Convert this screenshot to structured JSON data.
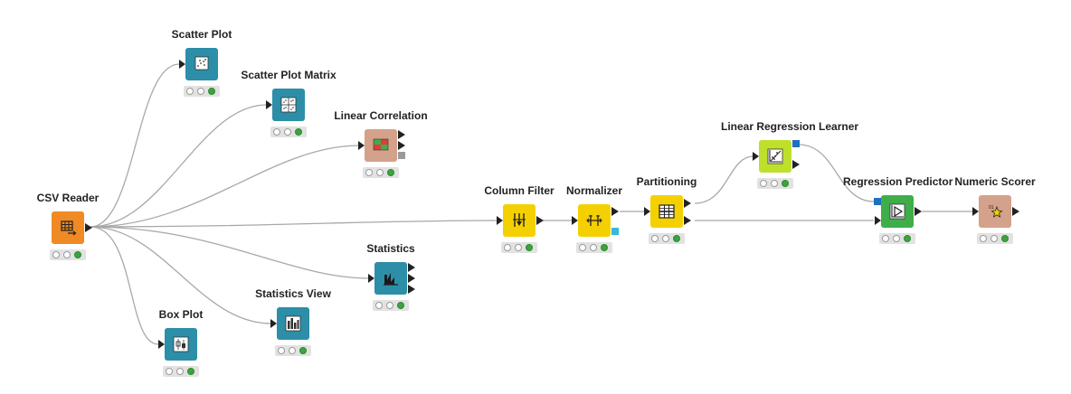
{
  "workflow": {
    "nodes": [
      {
        "id": "csv-reader",
        "label": "CSV Reader",
        "color": "#f08a24",
        "icon": "table-arrow-icon",
        "status": "executed"
      },
      {
        "id": "scatter-plot",
        "label": "Scatter Plot",
        "color": "#2d8ea8",
        "icon": "scatter-icon",
        "status": "executed"
      },
      {
        "id": "scatter-plot-matrix",
        "label": "Scatter Plot Matrix",
        "color": "#2d8ea8",
        "icon": "scatter-matrix-icon",
        "status": "executed"
      },
      {
        "id": "linear-correlation",
        "label": "Linear Correlation",
        "color": "#d4a18a",
        "icon": "correlation-matrix-icon",
        "status": "executed"
      },
      {
        "id": "statistics",
        "label": "Statistics",
        "color": "#2d8ea8",
        "icon": "statistics-icon",
        "status": "executed"
      },
      {
        "id": "statistics-view",
        "label": "Statistics View",
        "color": "#2d8ea8",
        "icon": "bar-chart-icon",
        "status": "executed"
      },
      {
        "id": "box-plot",
        "label": "Box Plot",
        "color": "#2d8ea8",
        "icon": "box-plot-icon",
        "status": "executed"
      },
      {
        "id": "column-filter",
        "label": "Column Filter",
        "color": "#f5d000",
        "icon": "column-filter-icon",
        "status": "executed"
      },
      {
        "id": "normalizer",
        "label": "Normalizer",
        "color": "#f5d000",
        "icon": "normalizer-icon",
        "status": "executed"
      },
      {
        "id": "partitioning",
        "label": "Partitioning",
        "color": "#f5d000",
        "icon": "partition-icon",
        "status": "executed"
      },
      {
        "id": "linear-regression-learner",
        "label": "Linear Regression Learner",
        "color": "#bfe02a",
        "icon": "regression-learner-icon",
        "status": "executed"
      },
      {
        "id": "regression-predictor",
        "label": "Regression Predictor",
        "color": "#3fae49",
        "icon": "predictor-icon",
        "status": "executed"
      },
      {
        "id": "numeric-scorer",
        "label": "Numeric Scorer",
        "color": "#d4a18a",
        "icon": "scorer-icon",
        "status": "executed"
      }
    ],
    "colors": {
      "wire": "#a8a8a8",
      "model_port": "#1f6fbf",
      "normalizer_port": "#35b8e0",
      "status_on": "#3da33d"
    }
  }
}
